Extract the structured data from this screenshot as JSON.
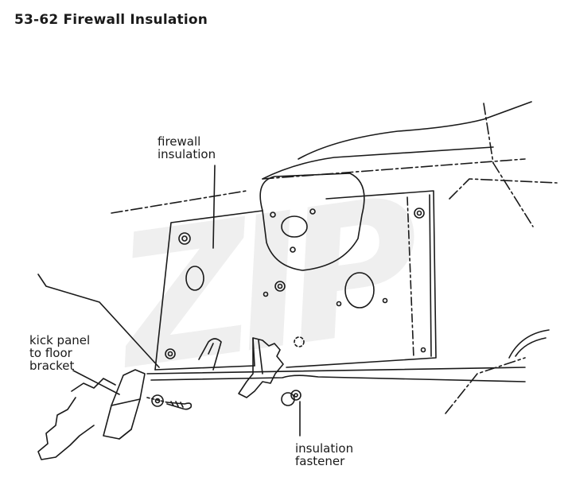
{
  "page": {
    "title": "53-62 Firewall Insulation"
  },
  "watermark": {
    "text": "ZIP",
    "color": "#efefef"
  },
  "labels": {
    "firewall_insulation": [
      "firewall",
      "insulation"
    ],
    "kick_panel": [
      "kick panel",
      "to floor",
      "bracket"
    ],
    "insulation_fastener": [
      "insulation",
      "fastener"
    ]
  },
  "colors": {
    "line": "#1a1a1a",
    "background": "#ffffff"
  }
}
